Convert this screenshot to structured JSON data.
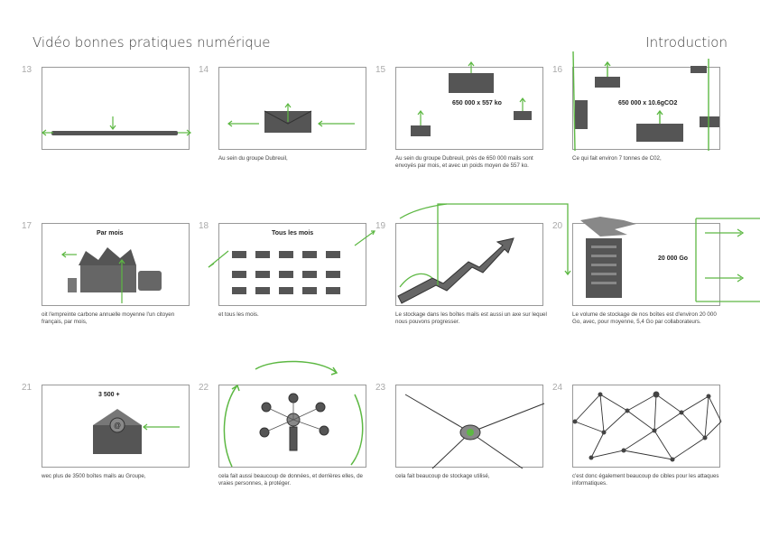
{
  "header": {
    "title": "Vidéo bonnes pratiques numérique",
    "section": "Introduction"
  },
  "colors": {
    "accent_green": "#5db843",
    "sketch_dark": "#555555",
    "frame_border": "#999999"
  },
  "panels": [
    {
      "number": "13",
      "caption": "",
      "label": ""
    },
    {
      "number": "14",
      "caption": "Au sein du groupe Dubreuil,",
      "label": ""
    },
    {
      "number": "15",
      "caption": "Au sein du groupe Dubreuil, près de 650 000 mails sont envoyés par mois, et avec un poids moyen de 557 ko.",
      "label": "650 000 x 557 ko"
    },
    {
      "number": "16",
      "caption": "Ce qui fait environ 7 tonnes de C02,",
      "label": "650 000 x 10.6gCO2"
    },
    {
      "number": "17",
      "caption": "oit l'empreinte carbone annuelle moyenne l'un citoyen français, par mois,",
      "label": "Par mois"
    },
    {
      "number": "18",
      "caption": "et tous les mois.",
      "label": "Tous les mois"
    },
    {
      "number": "19",
      "caption": "Le stockage dans les boîtes mails est aussi un axe sur lequel nous pouvons progresser.",
      "label": ""
    },
    {
      "number": "20",
      "caption": "Le volume de stockage de nos boîtes est d'environ 20 000 Go, avec, pour moyenne, 5,4 Go par collaborateurs.",
      "label": "20 000 Go"
    },
    {
      "number": "21",
      "caption": "wec plus de 3500 boîtes mails au Groupe,",
      "label": "3 500 +"
    },
    {
      "number": "22",
      "caption": "cela fait aussi beaucoup de données, et derrières elles, de vraies personnes, à protéger.",
      "label": ""
    },
    {
      "number": "23",
      "caption": "cela fait beaucoup de stockage utilisé,",
      "label": ""
    },
    {
      "number": "24",
      "caption": "c'est donc également beaucoup de cibles pour les attaques informatiques.",
      "label": ""
    }
  ]
}
